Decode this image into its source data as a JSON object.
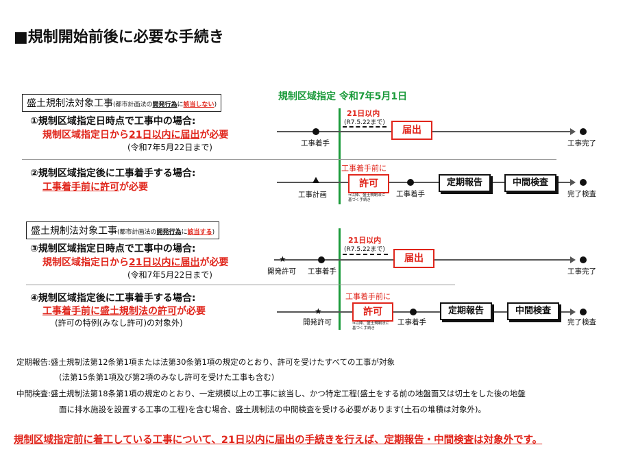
{
  "title": "■規制開始前後に必要な手続き",
  "designation": "規制区域指定 令和7年5月1日",
  "section1": {
    "label": "盛土規制法対象工事",
    "paren_prefix": "(都市計画法の",
    "paren_mid": "開発行為",
    "paren_joiner": "に",
    "paren_red": "該当しない",
    "paren_suffix": ")"
  },
  "section2": {
    "label": "盛土規制法対象工事",
    "paren_prefix": "(都市計画法の",
    "paren_mid": "開発行為",
    "paren_joiner": "に",
    "paren_red": "該当する",
    "paren_suffix": ")"
  },
  "case1": {
    "head": "①規制区域指定日時点で工事中の場合:",
    "red_a": "規制区域指定日から",
    "red_b": "21日以内に届出",
    "red_c": "が必要",
    "sub": "(令和7年5月22日まで)",
    "period": "21日以内",
    "period_sub": "(R7.5.22まで)",
    "box": "届出",
    "start": "工事着手",
    "end": "工事完了"
  },
  "case2": {
    "head": "②規制区域指定後に工事着手する場合:",
    "red_a": "工事着手前に許可",
    "red_b": "が必要",
    "note": "工事着手前に",
    "box": "許可",
    "small_note_1": "⇒以降、盛土規制法に",
    "small_note_2": "基づく手続き",
    "plan": "工事計画",
    "start": "工事着手",
    "report": "定期報告",
    "inspect": "中間検査",
    "end": "完了検査"
  },
  "case3": {
    "head": "③規制区域指定日時点で工事中の場合:",
    "red_a": "規制区域指定日から",
    "red_b": "21日以内に届出",
    "red_c": "が必要",
    "sub": "(令和7年5月22日まで)",
    "period": "21日以内",
    "period_sub": "(R7.5.22まで)",
    "box": "届出",
    "dev": "開発許可",
    "start": "工事着手",
    "end": "工事完了"
  },
  "case4": {
    "head": "④規制区域指定後に工事着手する場合:",
    "red_a": "工事着手前に盛土規制法の許可",
    "red_b": "が必要",
    "sub": "(許可の特例(みなし許可)の対象外)",
    "note": "工事着手前に",
    "box": "許可",
    "small_note_1": "⇒以降、盛土規制法に",
    "small_note_2": "基づく手続き",
    "dev": "開発許可",
    "start": "工事着手",
    "report": "定期報告",
    "inspect": "中間検査",
    "end": "完了検査"
  },
  "footnotes": {
    "line1": "定期報告:盛土規制法第12条第1項または法第30条第1項の規定のとおり、許可を受けたすべての工事が対象",
    "line2": "(法第15条第1項及び第2項のみなし許可を受けた工事も含む)",
    "line3": "中間検査:盛土規制法第18条第1項の規定のとおり、一定規模以上の工事に該当し、かつ特定工程(盛土をする前の地盤面又は切土をした後の地盤",
    "line4": "面に排水施設を設置する工事の工程)を含む場合、盛土規制法の中間検査を受ける必要があります(土石の堆積は対象外)。"
  },
  "bottom_notice": "規制区域指定前に着工している工事について、21日以内に届出の手続きを行えば、定期報告・中間検査は対象外です。",
  "colors": {
    "red": "#e0251b",
    "green": "#1a9a3a"
  }
}
